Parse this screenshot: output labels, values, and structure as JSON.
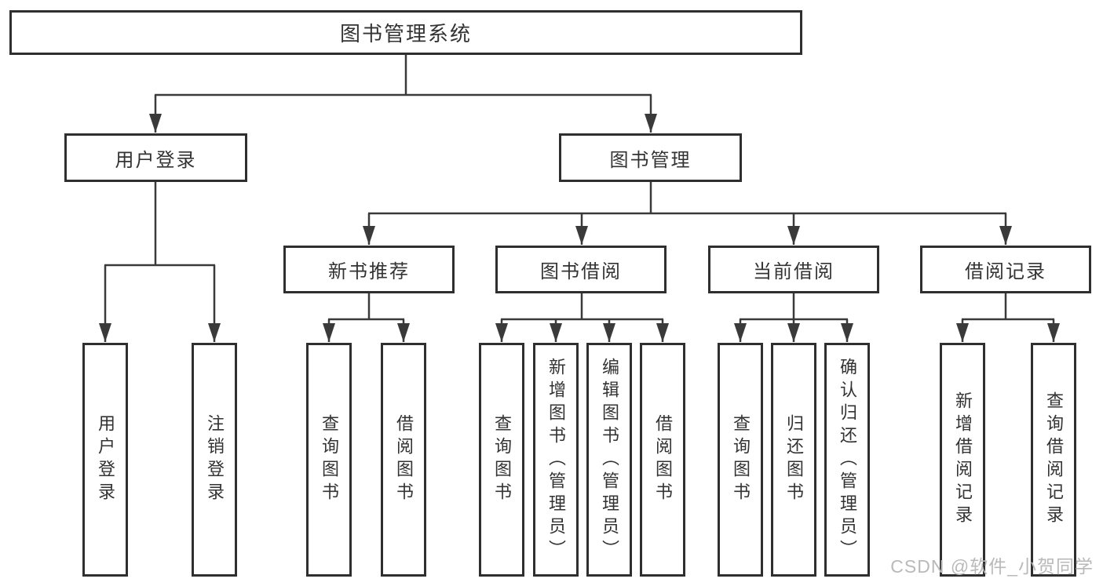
{
  "tree": {
    "root": "图书管理系统",
    "branches": [
      {
        "label": "用户登录",
        "children": [
          {
            "label": "用户登录"
          },
          {
            "label": "注销登录"
          }
        ]
      },
      {
        "label": "图书管理",
        "children": [
          {
            "label": "新书推荐",
            "children": [
              {
                "label": "查询图书"
              },
              {
                "label": "借阅图书"
              }
            ]
          },
          {
            "label": "图书借阅",
            "children": [
              {
                "label": "查询图书"
              },
              {
                "label": "新增图书（管理员）"
              },
              {
                "label": "编辑图书（管理员）"
              },
              {
                "label": "借阅图书"
              }
            ]
          },
          {
            "label": "当前借阅",
            "children": [
              {
                "label": "查询图书"
              },
              {
                "label": "归还图书"
              },
              {
                "label": "确认归还（管理员）"
              }
            ]
          },
          {
            "label": "借阅记录",
            "children": [
              {
                "label": "新增借阅记录"
              },
              {
                "label": "查询借阅记录"
              }
            ]
          }
        ]
      }
    ]
  },
  "watermark": "CSDN @软件_小贺同学",
  "colors": {
    "line": "#3a3a3a",
    "text": "#333333",
    "watermark": "#b9b9b9"
  }
}
